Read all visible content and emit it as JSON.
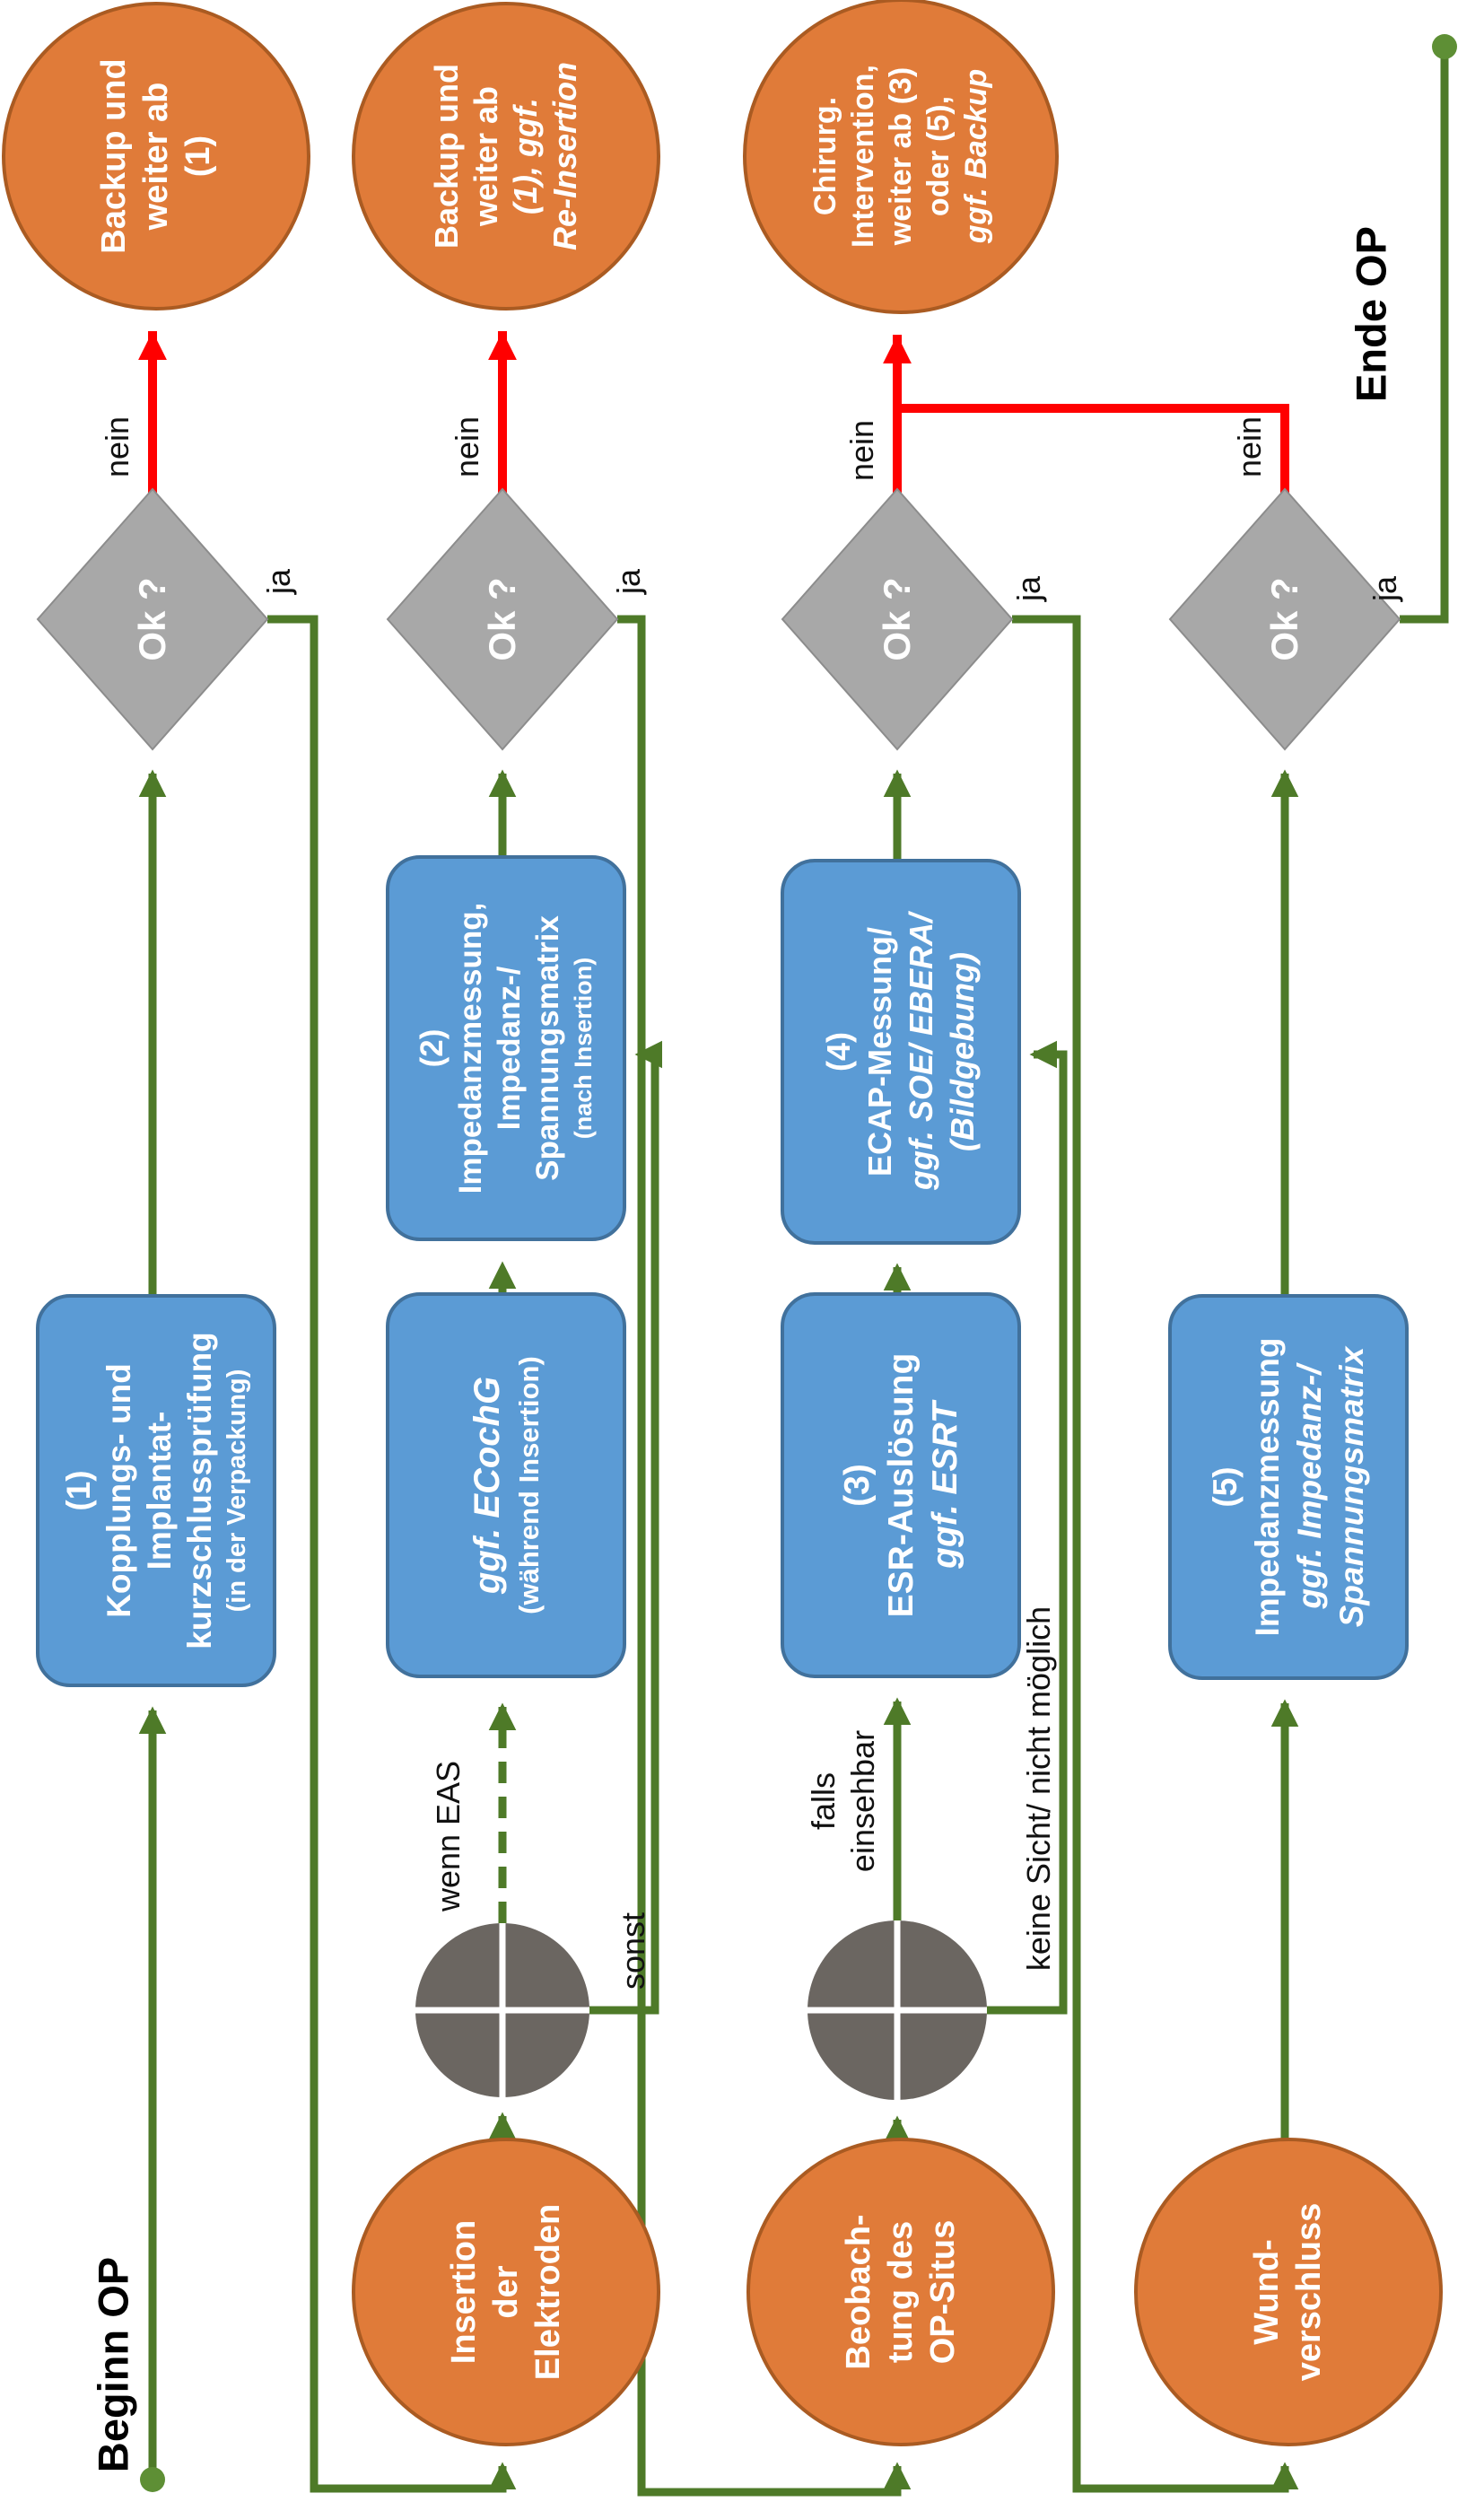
{
  "colors": {
    "orange": "#E07B39",
    "orange_border": "#AA5B22",
    "blue": "#5B9BD5",
    "blue_border": "#41719C",
    "diamond_gray": "#A8A8A8",
    "diamond_border": "#8C8C8C",
    "junction_gray": "#6B6661",
    "green": "#4E7A28",
    "red": "#FF0000"
  },
  "terminals": {
    "begin": "Beginn OP",
    "end": "Ende OP"
  },
  "decision": {
    "label": "Ok ?",
    "yes": "ja",
    "no": "nein"
  },
  "edge_labels": {
    "wenn_eas": "wenn EAS",
    "sonst": "sonst",
    "falls_einsehbar": [
      "falls",
      "einsehbar"
    ],
    "keine_sicht": "keine Sicht/ nicht möglich"
  },
  "processes": {
    "box1": {
      "lines": [
        "(1)",
        "Kopplungs- und",
        "Implantat-",
        "kurzschlussprüfung"
      ],
      "note": "(in der Verpackung)"
    },
    "ecochg": {
      "title": "ggf. ECochG",
      "note": "(während Insertion)"
    },
    "box2": {
      "lines": [
        "(2)",
        "Impedanzmessung,",
        "Impedanz-/",
        "Spannungsmatrix"
      ],
      "note": "(nach Insertion)"
    },
    "box3": {
      "lines": [
        "(3)",
        "ESR-Auslösung"
      ],
      "sub": "ggf. ESRT"
    },
    "box4": {
      "lines": [
        "(4)",
        "ECAP-Messung/"
      ],
      "sub": [
        "ggf. SOE/ EBERA/",
        "(Bildgebung)"
      ]
    },
    "box5": {
      "lines": [
        "(5)",
        "Impedanzmessung"
      ],
      "sub": [
        "ggf. Impedanz-/",
        "Spannungsmatrix"
      ]
    }
  },
  "events": {
    "insertion": [
      "Insertion",
      "der",
      "Elektroden"
    ],
    "beobachtung": [
      "Beobach-",
      "tung des",
      "OP-Situs"
    ],
    "wund": [
      "Wund-",
      "verschluss"
    ],
    "backup1": [
      "Backup und",
      "weiter ab",
      "(1)"
    ],
    "backup2": {
      "lines": [
        "Backup und",
        "weiter ab"
      ],
      "sub": [
        "(1), ggf.",
        "Re-Insertion"
      ]
    },
    "chirurg": {
      "lines": [
        "Chirurg.",
        "Intervention,",
        "weiter ab (3)",
        "oder (5),"
      ],
      "sub": "ggf. Backup"
    }
  }
}
